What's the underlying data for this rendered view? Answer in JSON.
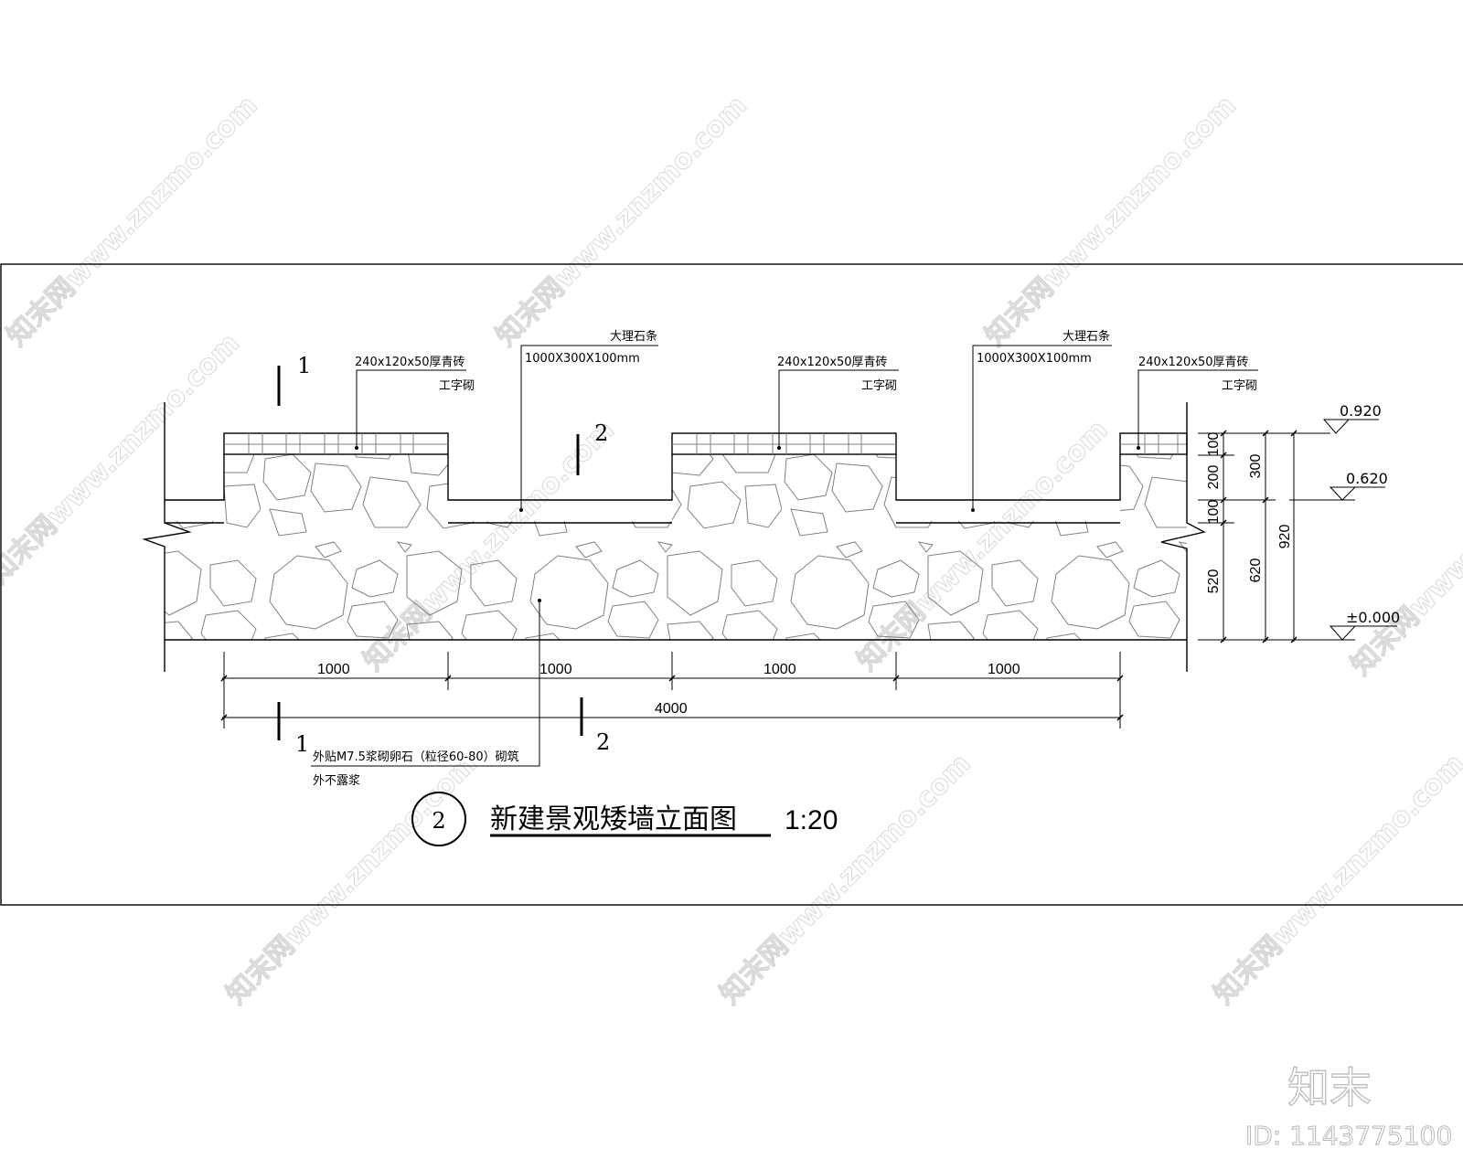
{
  "drawing": {
    "number": "2",
    "title": "新建景观矮墙立面图",
    "scale": "1:20",
    "colors": {
      "line": "#000000",
      "hatch": "#808080",
      "watermark": "#d8d8d8",
      "frame": "#000000"
    }
  },
  "callouts": {
    "brick": {
      "line1": "240x120x50厚青砖",
      "line2": "工字砌"
    },
    "marble": {
      "line1": "大理石条",
      "line2": "1000X300X100mm"
    },
    "pebble": {
      "line1": "外贴M7.5浆砌卵石（粒径60-80）砌筑",
      "line2": "外不露浆"
    }
  },
  "section_marks": [
    {
      "id": "1",
      "top_label": "1",
      "bottom_label": "1"
    },
    {
      "id": "2",
      "top_label": "2",
      "bottom_label": "2"
    }
  ],
  "dimensions": {
    "horizontal": [
      "1000",
      "1000",
      "1000",
      "1000"
    ],
    "total": "4000",
    "vertical_inner": [
      "100",
      "200",
      "100",
      "520"
    ],
    "vertical_mid": [
      "300",
      "620"
    ],
    "vertical_outer": "920"
  },
  "elevations": [
    "0.920",
    "0.620",
    "±0.000"
  ],
  "watermark": {
    "text": "知末网www.znzmo.com",
    "brand": "知末",
    "id_label": "ID: 1143775100"
  }
}
